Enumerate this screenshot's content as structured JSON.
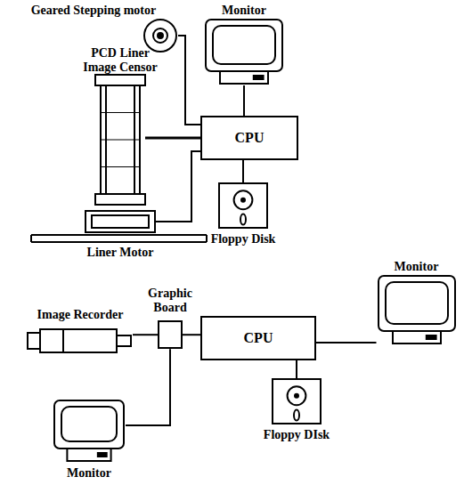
{
  "diagram": {
    "nodes": [
      {
        "text": [
          "Geared Stepping motor"
        ]
      },
      {
        "text": [
          "Monitor"
        ]
      },
      {
        "text": [
          "PCD Liner Image Censor"
        ]
      },
      {
        "text": [
          "CPU"
        ]
      },
      {
        "text": [
          "Liner Motor"
        ]
      },
      {
        "text": [
          "Floppy Disk"
        ]
      },
      {
        "text": [
          "Image Recorder"
        ]
      },
      {
        "text": [
          "Graphic Board"
        ]
      },
      {
        "text": [
          "CPU"
        ]
      },
      {
        "text": [
          "Monitor"
        ]
      },
      {
        "text": [
          "Floppy DIsk"
        ]
      },
      {
        "text": [
          "Monitor"
        ]
      }
    ],
    "edges": [
      {
        "from": 0,
        "to": 3,
        "arrow": "none"
      },
      {
        "from": 2,
        "to": 3,
        "arrow": "none"
      },
      {
        "from": 4,
        "to": 3,
        "arrow": "none"
      },
      {
        "from": 1,
        "to": 3,
        "arrow": "none"
      },
      {
        "from": 3,
        "to": 5,
        "arrow": "none"
      },
      {
        "from": 6,
        "to": 7,
        "arrow": "none"
      },
      {
        "from": 7,
        "to": 8,
        "arrow": "none"
      },
      {
        "from": 8,
        "to": 9,
        "arrow": "none"
      },
      {
        "from": 8,
        "to": 10,
        "arrow": "none"
      },
      {
        "from": 7,
        "to": 11,
        "arrow": "none"
      }
    ]
  }
}
